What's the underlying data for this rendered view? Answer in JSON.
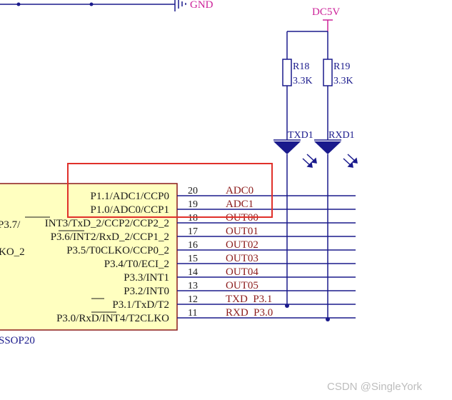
{
  "power": {
    "gnd_label": "GND",
    "vcc_label": "DC5V"
  },
  "resistors": [
    {
      "ref": "R18",
      "value": "3.3K"
    },
    {
      "ref": "R19",
      "value": "3.3K"
    }
  ],
  "leds": [
    {
      "ref": "TXD1"
    },
    {
      "ref": "RXD1"
    }
  ],
  "chip": {
    "package_fragment": "SSOP20",
    "left_fragments": [
      "P3.7/",
      "KO_2"
    ],
    "pins": [
      {
        "number": "20",
        "label": "P1.1/ADC1/CCP0",
        "net": "ADC0"
      },
      {
        "number": "19",
        "label": "P1.0/ADC0/CCP1",
        "net": "ADC1"
      },
      {
        "number": "18",
        "label": "INT3/TxD_2/CCP2/CCP2_2",
        "net": "OUT00"
      },
      {
        "number": "17",
        "label": "P3.6/INT2/RxD_2/CCP1_2",
        "net": "OUT01"
      },
      {
        "number": "16",
        "label": "P3.5/T0CLKO/CCP0_2",
        "net": "OUT02"
      },
      {
        "number": "15",
        "label": "P3.4/T0/ECI_2",
        "net": "OUT03"
      },
      {
        "number": "14",
        "label": "P3.3/INT1",
        "net": "OUT04"
      },
      {
        "number": "13",
        "label": "P3.2/INT0",
        "net": "OUT05"
      },
      {
        "number": "12",
        "label": "P3.1/TxD/T2",
        "net": "TXD  P3.1"
      },
      {
        "number": "11",
        "label": "P3.0/RxD/INT4/T2CLKO",
        "net": "RXD  P3.0"
      }
    ]
  },
  "watermark": "CSDN @SingleYork",
  "colors": {
    "wire": "#1a1a8c",
    "chip_fill": "#ffffc0",
    "chip_border": "#8b1a1a",
    "net_label": "#8b1a1a",
    "power_label": "#cc2299",
    "highlight_box": "#e0302a"
  }
}
